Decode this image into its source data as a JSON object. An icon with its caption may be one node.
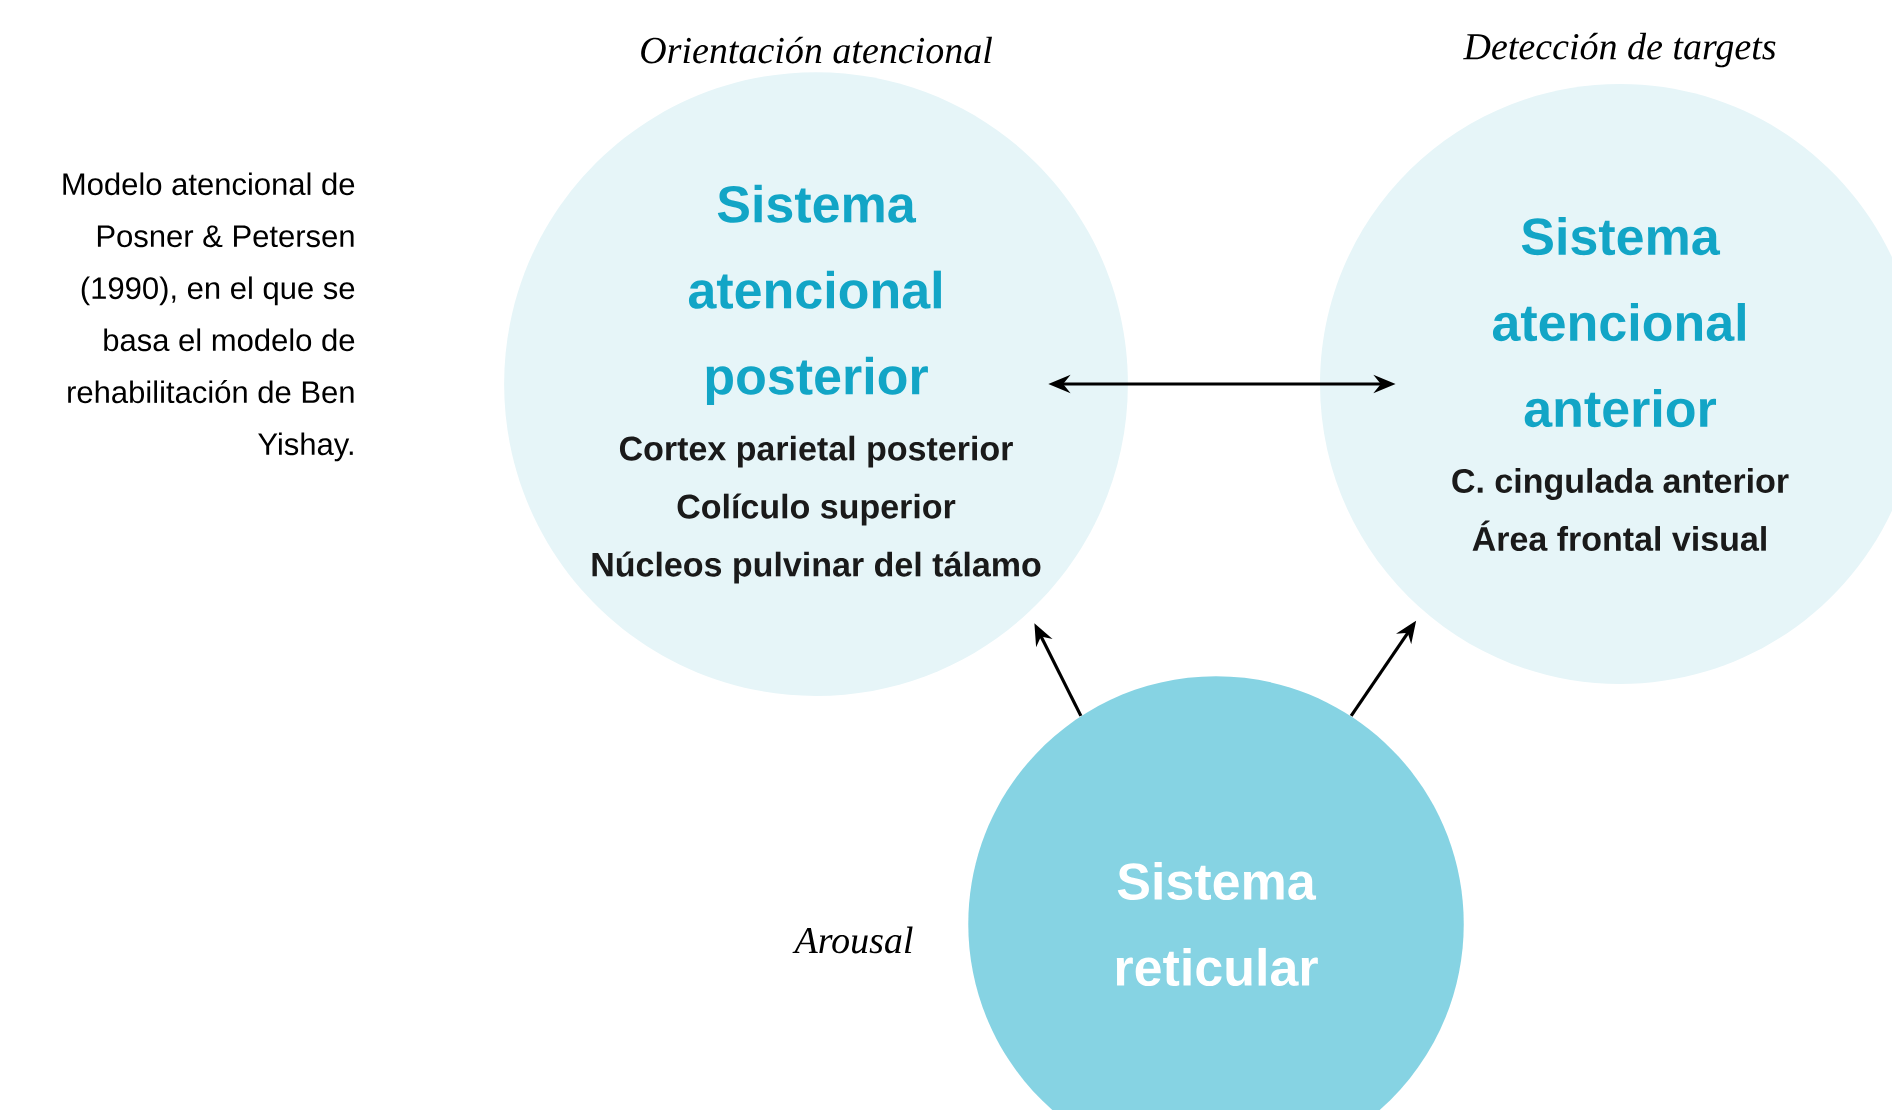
{
  "diagram": {
    "nodes": [
      {
        "text": [
          "Sistema atencional posterior",
          "Cortex parietal posterior",
          "Colículo superior",
          "Núcleos pulvinar del tálamo"
        ],
        "beside": [
          "Orientación atencional"
        ]
      },
      {
        "text": [
          "Sistema atencional anterior",
          "C. cingulada anterior",
          "Área frontal visual"
        ],
        "beside": [
          "Detección de targets"
        ]
      },
      {
        "text": [
          "Sistema reticular"
        ],
        "beside": [
          "Arousal"
        ]
      }
    ],
    "edges": [
      {
        "from": 0,
        "to": 1,
        "arrow": "both"
      },
      {
        "from": 2,
        "to": 0,
        "arrow": "to"
      },
      {
        "from": 2,
        "to": 1,
        "arrow": "to"
      }
    ],
    "labels": [
      "Modelo atencional de Posner & Petersen (1990), en el que se basa el modelo de rehabilitación de Ben Yishay."
    ]
  }
}
